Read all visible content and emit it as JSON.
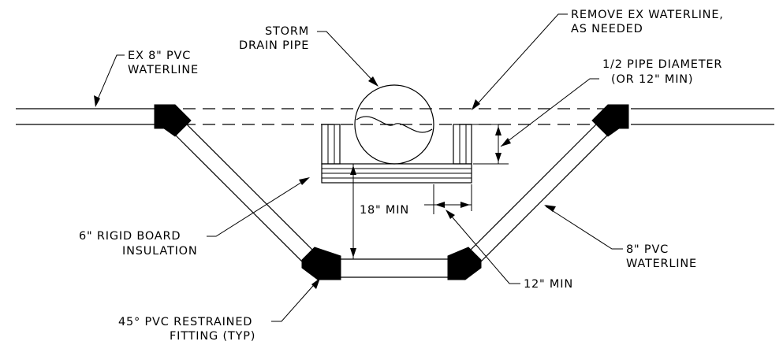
{
  "labels": {
    "ex_waterline_1": "EX 8\" PVC",
    "ex_waterline_2": "WATERLINE",
    "storm_drain_1": "STORM",
    "storm_drain_2": "DRAIN PIPE",
    "remove_waterline_1": "REMOVE EX WATERLINE,",
    "remove_waterline_2": "AS NEEDED",
    "half_pipe_1": "1/2 PIPE DIAMETER",
    "half_pipe_2": "(OR 12\" MIN)",
    "min_18": "18\" MIN",
    "insulation_1": "6\" RIGID BOARD",
    "insulation_2": "INSULATION",
    "pvc_waterline_1": "8\" PVC",
    "pvc_waterline_2": "WATERLINE",
    "min_12": "12\" MIN",
    "fitting_1": "45° PVC RESTRAINED",
    "fitting_2": "FITTING (TYP)"
  }
}
